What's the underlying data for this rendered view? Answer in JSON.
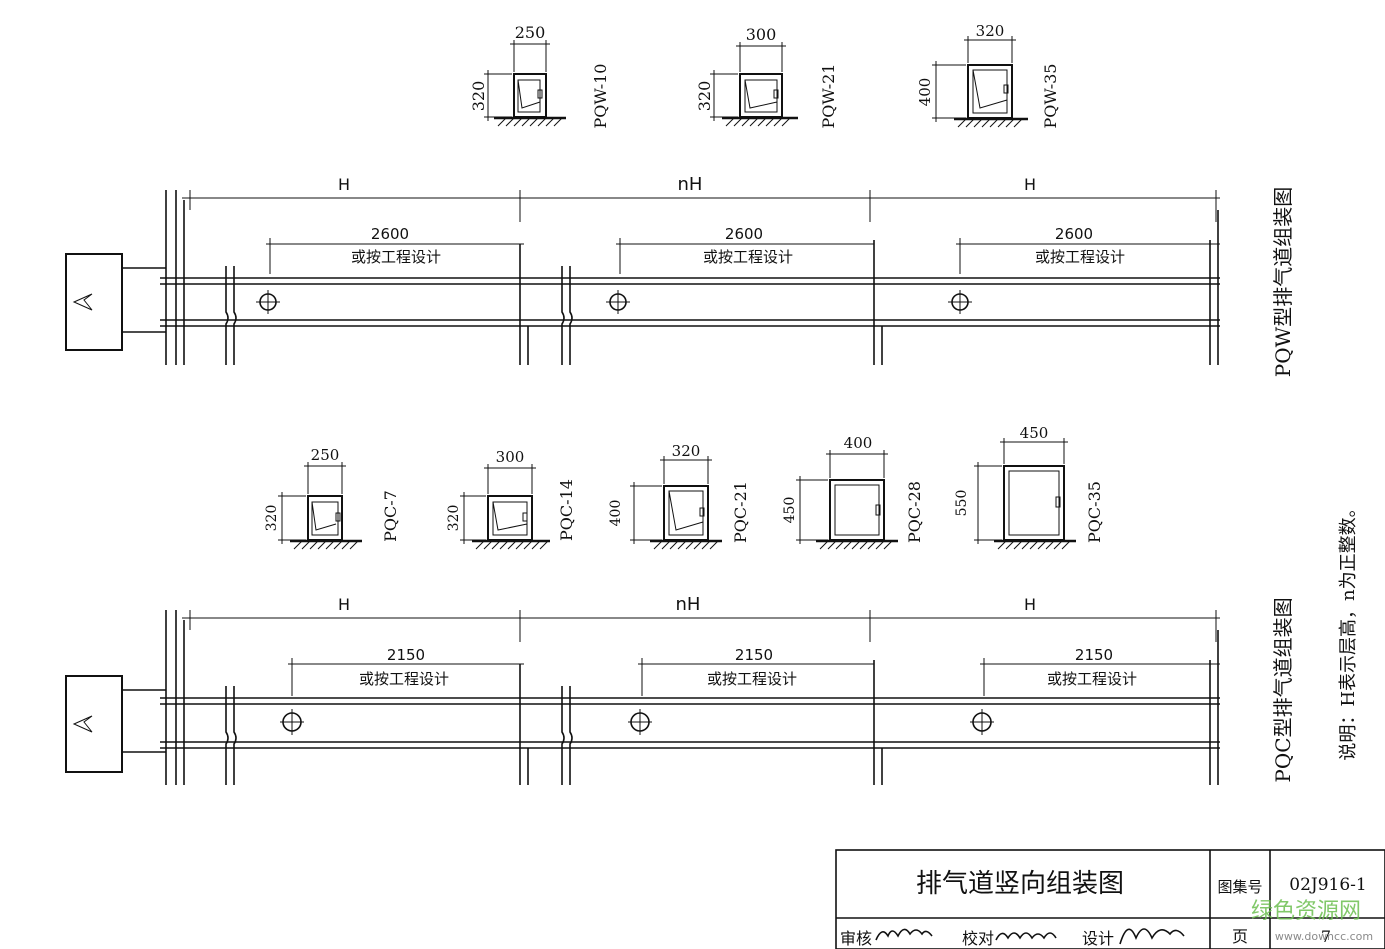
{
  "pqw": {
    "label": "PQW型排气道组装图",
    "sections": [
      {
        "width": "250",
        "height": "320",
        "model": "PQW-10"
      },
      {
        "width": "300",
        "height": "320",
        "model": "PQW-21"
      },
      {
        "width": "320",
        "height": "400",
        "model": "PQW-35"
      }
    ],
    "dims": {
      "h_left": "H",
      "h_mid": "nH",
      "h_right": "H",
      "span": "2600",
      "note": "或按工程设计"
    }
  },
  "pqc": {
    "label": "PQC型排气道组装图",
    "sections": [
      {
        "width": "250",
        "height": "320",
        "model": "PQC-7"
      },
      {
        "width": "300",
        "height": "320",
        "model": "PQC-14"
      },
      {
        "width": "320",
        "height": "400",
        "model": "PQC-21"
      },
      {
        "width": "400",
        "height": "450",
        "model": "PQC-28"
      },
      {
        "width": "450",
        "height": "550",
        "model": "PQC-35"
      }
    ],
    "dims": {
      "h_left": "H",
      "h_mid": "nH",
      "h_right": "H",
      "span": "2150",
      "note": "或按工程设计"
    }
  },
  "note": "说明：H表示层高，n为正整数。",
  "title_block": {
    "title": "排气道竖向组装图",
    "atlas_label": "图集号",
    "atlas_no": "02J916-1",
    "review_label": "审核",
    "check_label": "校对",
    "design_label": "设计",
    "page_label": "页",
    "page_no": "7"
  },
  "watermark": {
    "cn": "绿色资源网",
    "url": "www.downcc.com"
  }
}
